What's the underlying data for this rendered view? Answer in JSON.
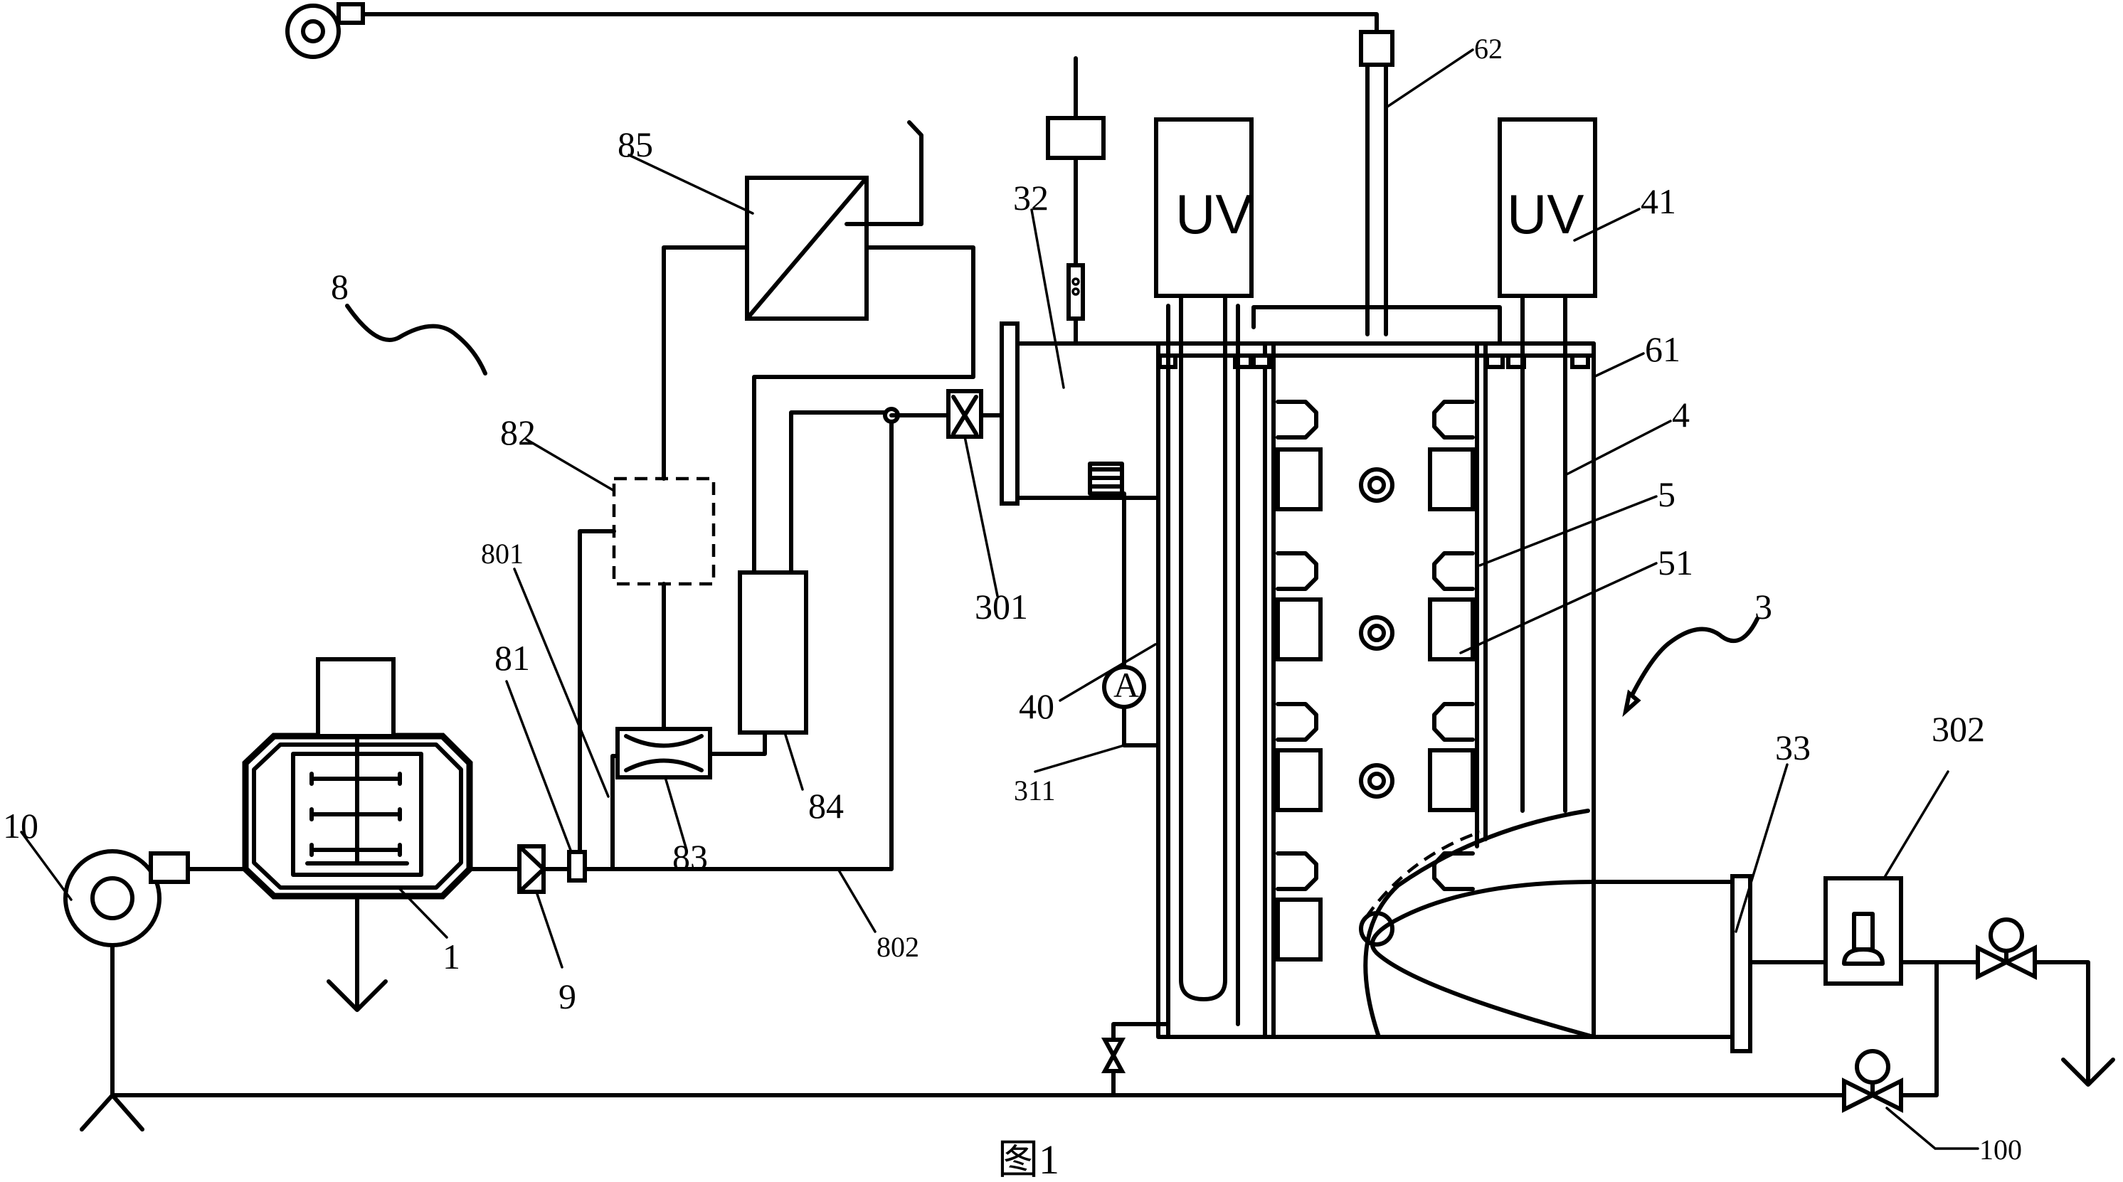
{
  "figure": {
    "caption": "图1",
    "uv_text": "UV",
    "meter_text": "A"
  },
  "labels": {
    "l10": "10",
    "l1": "1",
    "l9": "9",
    "l81": "81",
    "l801": "801",
    "l802": "802",
    "l82": "82",
    "l83": "83",
    "l84": "84",
    "l85": "85",
    "l8": "8",
    "l32": "32",
    "l301": "301",
    "l40": "40",
    "l311": "311",
    "l62": "62",
    "l41": "41",
    "l61": "61",
    "l4": "4",
    "l5": "5",
    "l51": "51",
    "l3": "3",
    "l33": "33",
    "l302": "302",
    "l100": "100"
  }
}
